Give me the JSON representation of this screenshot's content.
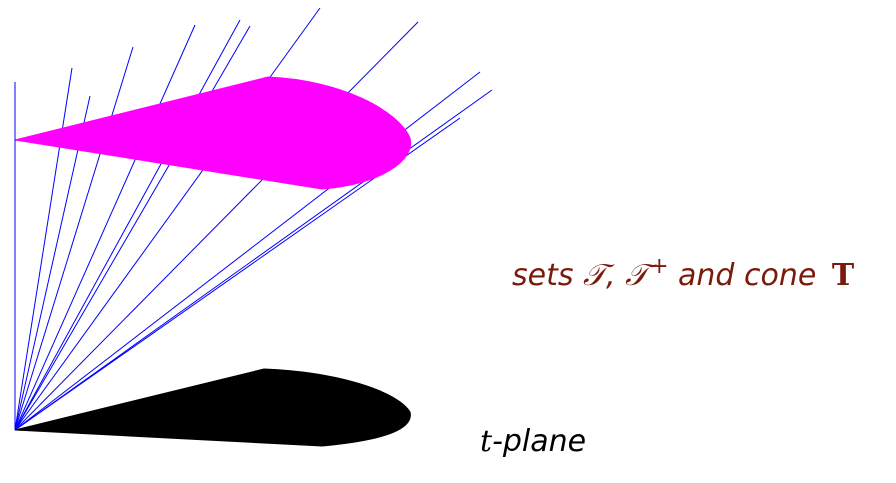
{
  "captions": {
    "sets": {
      "prefix": "sets ",
      "T_symbol": "𝒯",
      "separator": ", ",
      "T_plus_symbol": "𝒯",
      "plus_superscript": "+",
      "middle": " and cone ",
      "cone_symbol": "T"
    },
    "plane": {
      "t_symbol": "t",
      "suffix": "-plane"
    }
  },
  "colors": {
    "upper_set": "#ff00ff",
    "lower_set": "#000000",
    "rays": "#0000ff",
    "sets_caption": "#7a1a0a",
    "plane_caption": "#000000"
  }
}
